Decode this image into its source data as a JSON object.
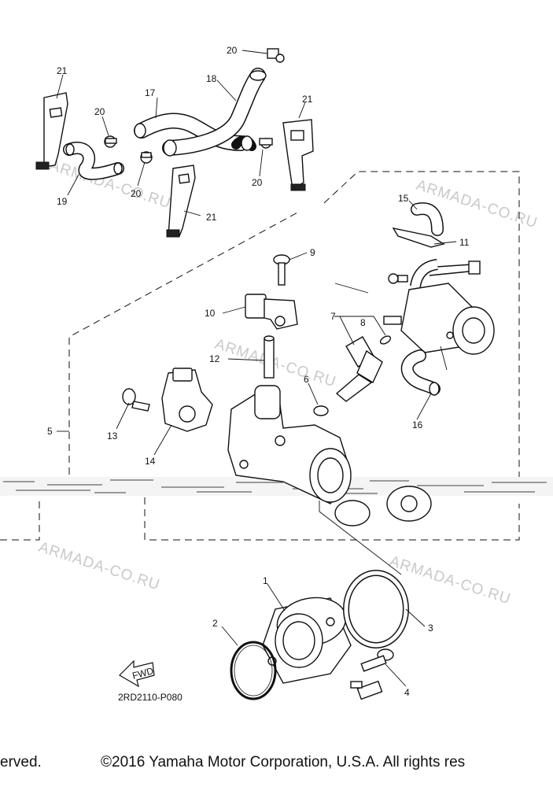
{
  "diagram": {
    "code": "2RD2110-P080",
    "fwd_label": "FWD",
    "callouts": [
      "1",
      "2",
      "3",
      "4",
      "5",
      "6",
      "7",
      "8",
      "9",
      "10",
      "11",
      "12",
      "13",
      "14",
      "15",
      "16",
      "17",
      "18",
      "19",
      "20",
      "21"
    ]
  },
  "watermark": "ARMADA-CO.RU",
  "footer": {
    "left_fragment": "erved.",
    "copyright": "©2016 Yamaha Motor Corporation, U.S.A. All rights res"
  }
}
